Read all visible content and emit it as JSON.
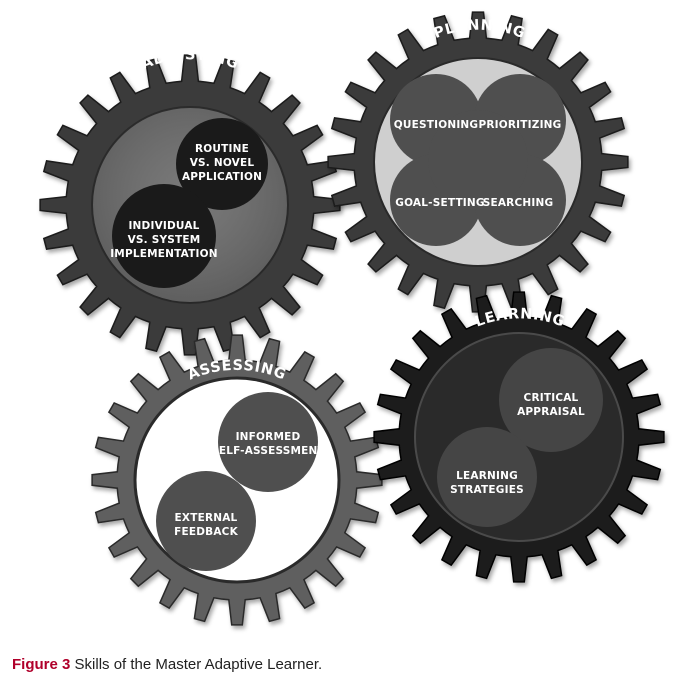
{
  "gears": [
    {
      "title": "ADJUSTING",
      "items": [
        {
          "lines": [
            "ROUTINE",
            "VS. NOVEL",
            "APPLICATION"
          ]
        },
        {
          "lines": [
            "INDIVIDUAL",
            "VS. SYSTEM",
            "IMPLEMENTATION"
          ]
        }
      ]
    },
    {
      "title": "PLANNING",
      "items": [
        {
          "lines": [
            "QUESTIONING"
          ]
        },
        {
          "lines": [
            "PRIORITIZING"
          ]
        },
        {
          "lines": [
            "GOAL-SETTING"
          ]
        },
        {
          "lines": [
            "SEARCHING"
          ]
        }
      ]
    },
    {
      "title": "ASSESSING",
      "items": [
        {
          "lines": [
            "INFORMED",
            "SELF-ASSESSMENT"
          ]
        },
        {
          "lines": [
            "EXTERNAL",
            "FEEDBACK"
          ]
        }
      ]
    },
    {
      "title": "LEARNING",
      "items": [
        {
          "lines": [
            "CRITICAL",
            "APPRAISAL"
          ]
        },
        {
          "lines": [
            "LEARNING",
            "STRATEGIES"
          ]
        }
      ]
    }
  ],
  "caption": {
    "lead": "Figure 3",
    "text": " Skills of the Master Adaptive Learner."
  },
  "colors": {
    "gear_dark": "#3a3a3a",
    "gear_mid": "#5e5e5e",
    "gear_black": "#1e1e1e",
    "circle_dark": "#1a1a1a",
    "circle_gray": "#4f4f4f",
    "planning_fill": "#cfcfcf",
    "caption_lead": "#b0002b"
  }
}
